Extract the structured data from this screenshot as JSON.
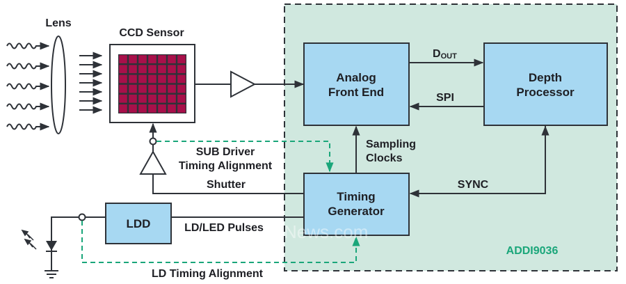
{
  "diagram": {
    "title": "ToF camera signal chain with ADDI9036",
    "colors": {
      "line": "#2e3238",
      "block_fill": "#a7d8f2",
      "chip_region_fill": "#d0e8df",
      "pixel_fill": "#a8104a",
      "timing_dash": "#1aa67a",
      "chip_label": "#1aa67a"
    },
    "labels": {
      "lens": "Lens",
      "ccd_sensor": "CCD Sensor",
      "dout_main": "D",
      "dout_sub": "OUT",
      "spi": "SPI",
      "sampling_1": "Sampling",
      "sampling_2": "Clocks",
      "sub_driver_1": "SUB Driver",
      "sub_driver_2": "Timing Alignment",
      "shutter": "Shutter",
      "sync": "SYNC",
      "ld_led_pulses": "LD/LED Pulses",
      "ld_timing": "LD Timing Alignment",
      "chip_name": "ADDI9036",
      "watermark": "News.com"
    },
    "blocks": {
      "afe_1": "Analog",
      "afe_2": "Front End",
      "depth_1": "Depth",
      "depth_2": "Processor",
      "timing_1": "Timing",
      "timing_2": "Generator",
      "ldd": "LDD"
    },
    "sensor_grid": {
      "cols": 7,
      "rows": 6
    },
    "light_rays": 5,
    "focused_rays": 7
  }
}
